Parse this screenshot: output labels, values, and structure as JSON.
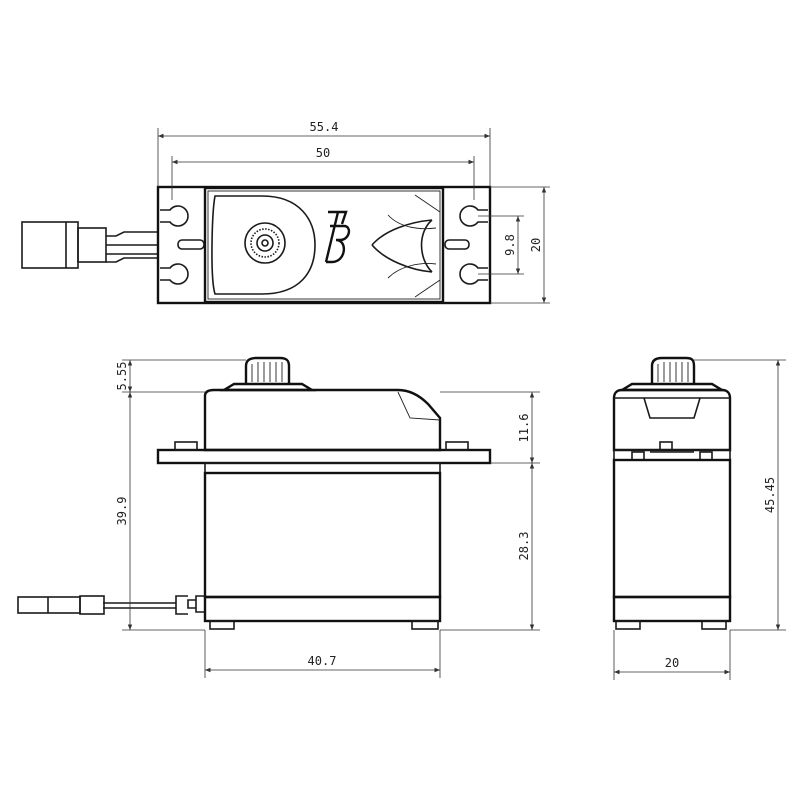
{
  "dimensions": {
    "overall_length": "55.4",
    "hole_spacing": "50",
    "mount_hole_pitch": "9.8",
    "top_width": "20",
    "spline_height": "5.55",
    "top_to_flange": "11.6",
    "height_below_spline": "39.9",
    "flange_to_bottom": "28.3",
    "total_height": "45.45",
    "case_length": "40.7",
    "side_width": "20"
  },
  "colors": {
    "line": "#1a1a1a",
    "dimension": "#333333",
    "background": "#ffffff"
  }
}
